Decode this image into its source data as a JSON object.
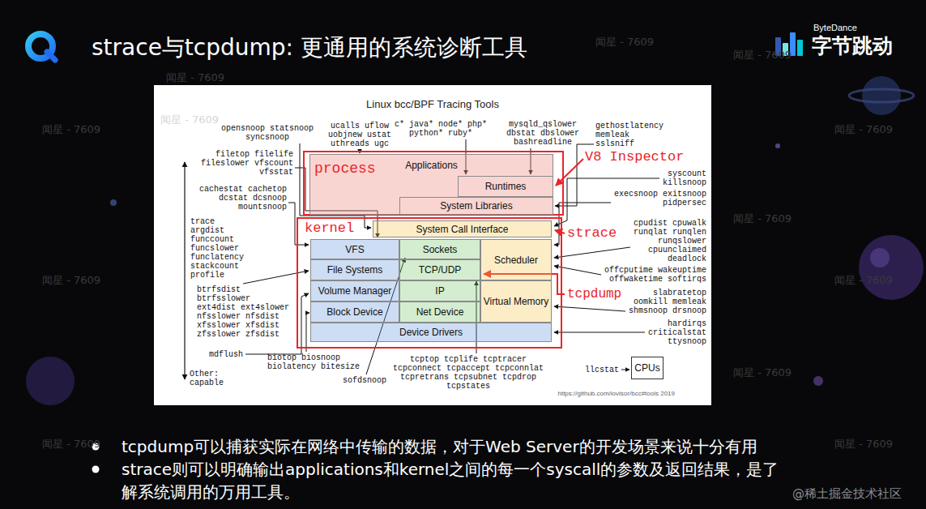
{
  "diagram": {
    "title": "strace与tcpdump: 更通用的系统诊断工具",
    "nodes": [
      {
        "text": [
          "process"
        ]
      },
      {
        "text": [
          "Applications"
        ],
        "in": 0
      },
      {
        "text": [
          "Runtimes"
        ],
        "in": 1
      },
      {
        "text": [
          "System Libraries"
        ],
        "in": 1
      },
      {
        "text": [
          "kernel"
        ]
      },
      {
        "text": [
          "System Call Interface"
        ],
        "in": 4
      },
      {
        "text": [
          "VFS"
        ],
        "in": 4
      },
      {
        "text": [
          "Sockets"
        ],
        "in": 4
      },
      {
        "text": [
          "Scheduler"
        ],
        "in": 4
      },
      {
        "text": [
          "File Systems"
        ],
        "in": 4
      },
      {
        "text": [
          "TCP/UDP"
        ],
        "in": 4
      },
      {
        "text": [
          "Volume Manager"
        ],
        "in": 4
      },
      {
        "text": [
          "IP"
        ],
        "in": 4
      },
      {
        "text": [
          "Virtual Memory"
        ],
        "in": 4
      },
      {
        "text": [
          "Block Device"
        ],
        "in": 4
      },
      {
        "text": [
          "Net Device"
        ],
        "in": 4
      },
      {
        "text": [
          "Device Drivers"
        ],
        "in": 4
      },
      {
        "text": [
          "CPUs"
        ]
      }
    ],
    "labels": [
      "Linux bcc/BPF Tracing Tools",
      "opensnoop statsnoop syncsnoop",
      "ucalls uflow uobjnew ustat uthreads ugc",
      "c* java* node* php* python* ruby*",
      "mysqld_qslower dbstat dbslower bashreadline",
      "gethostlatency memleak sslsniff",
      "V8 Inspector",
      "filetop filelife fileslower vfscount vfsstat",
      "syscount killsnoop",
      "cachestat cachetop dcstat dcsnoop mountsnoop",
      "execsnoop exitsnoop pidpersec",
      "trace argdist funccount funcslower funclatency stackcount profile",
      "cpudist cpuwalk runqlat runqlen runqslower cpuunclaimed deadlock",
      "strace",
      "offcputime wakeuptime offwaketime softirqs",
      "slabratetop oomkill memleak shmsnoop drsnoop",
      "tcpdump",
      "btrfsdist btrfsslower ext4dist ext4slower nfsslower nfsdist xfsslower xfsdist zfsslower zfsdist",
      "hardirqs criticalstat ttysnoop",
      "mdflush",
      "biotop biosnoop biolatency bitesize",
      "Other: capable",
      "sofdsnoop",
      "tcptop tcplife tcptracer tcpconnect tcpaccept tcpconnlat tcpretrans tcpsubnet tcpdrop tcpstates",
      "llcstat",
      "https://github.com/iovisor/bcc#tools 2019",
      "ByteDance",
      "字节跳动",
      "tcpdump可以捕获实际在网络中传输的数据，对于Web Server的开发场景来说十分有用",
      "strace则可以明确输出applications和kernel之间的每一个syscall的参数及返回结果，是了解系统调用的万用工具。",
      "@稀土掘金技术社区",
      "闻星 - 7609",
      "闻星 - 7609",
      "闻星 - 7609",
      "闻星 - 7609",
      "闻星 - 7609",
      "闻星 - 7609",
      "闻星 - 7609",
      "闻星 - 7609",
      "闻星 - 7609",
      "闻星 - 7609",
      "闻星 - 7609",
      "闻星 - 7609"
    ]
  }
}
